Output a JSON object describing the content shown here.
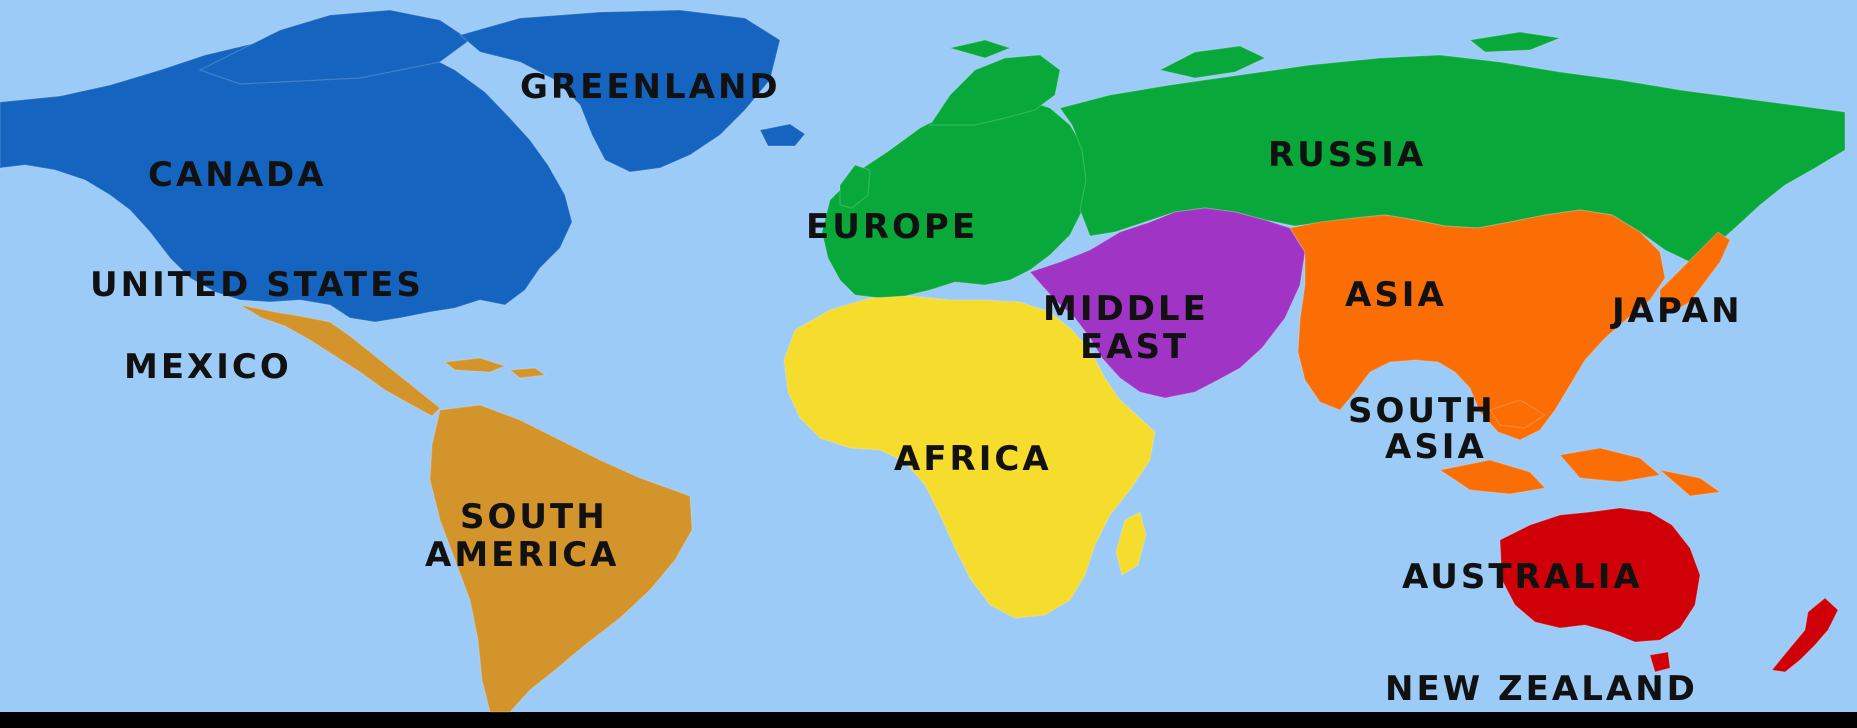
{
  "map": {
    "colors": {
      "ocean": "#9ccbf7",
      "north_america": "#1565c0",
      "central_south_america": "#d4942c",
      "europe_russia": "#08a83a",
      "middle_east": "#a034c4",
      "asia": "#fb6e05",
      "africa": "#f6dc2d",
      "australia": "#cf0007",
      "frame": "#000000",
      "label_text": "#111111"
    },
    "labels": {
      "greenland": "GREENLAND",
      "canada": "CANADA",
      "united_states": "UNITED STATES",
      "mexico": "MEXICO",
      "south_america_line1": "SOUTH",
      "south_america_line2": "AMERICA",
      "europe": "EUROPE",
      "russia": "RUSSIA",
      "middle_east_line1": "MIDDLE",
      "middle_east_line2": "EAST",
      "asia": "ASIA",
      "japan": "JAPAN",
      "south_asia_line1": "SOUTH",
      "south_asia_line2": "ASIA",
      "africa": "AFRICA",
      "australia": "AUSTRALIA",
      "new_zealand": "NEW ZEALAND"
    }
  }
}
